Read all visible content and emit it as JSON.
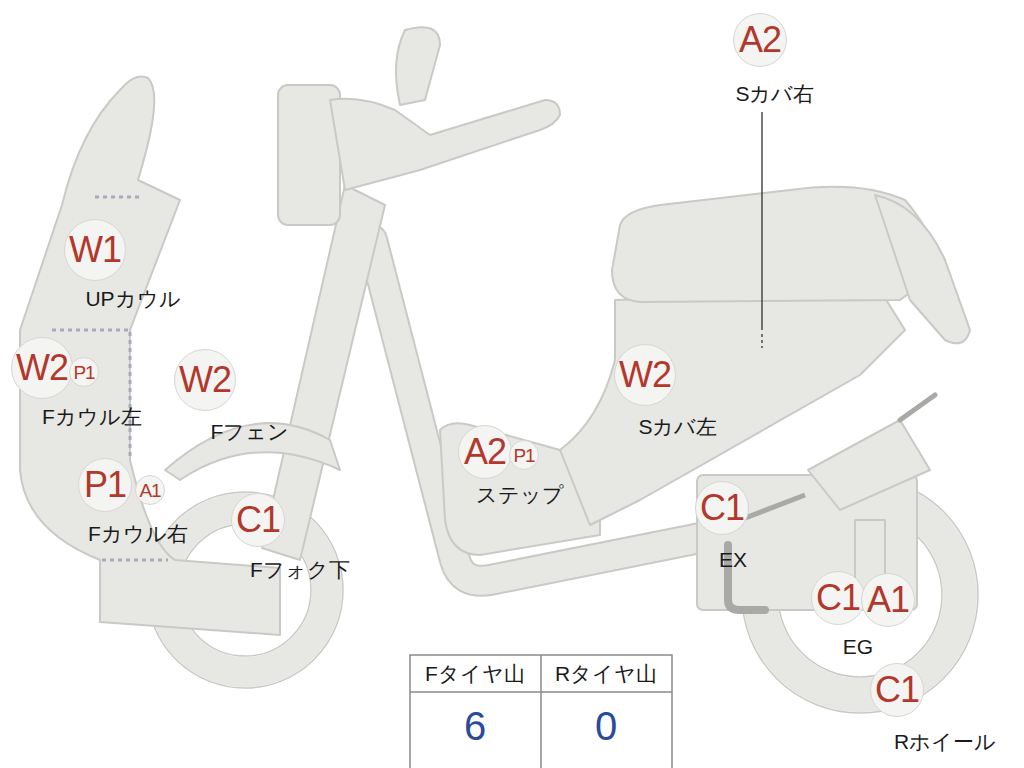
{
  "diagram": {
    "nodes": [
      {
        "text": [
          "A2"
        ]
      },
      {
        "text": [
          "W1"
        ]
      },
      {
        "text": [
          "W2"
        ]
      },
      {
        "text": [
          "P1"
        ]
      },
      {
        "text": [
          "W2"
        ]
      },
      {
        "text": [
          "W2"
        ]
      },
      {
        "text": [
          "A2"
        ]
      },
      {
        "text": [
          "P1"
        ]
      },
      {
        "text": [
          "P1"
        ]
      },
      {
        "text": [
          "A1"
        ]
      },
      {
        "text": [
          "C1"
        ]
      },
      {
        "text": [
          "C1"
        ]
      },
      {
        "text": [
          "C1"
        ]
      },
      {
        "text": [
          "A1"
        ]
      },
      {
        "text": [
          "C1"
        ]
      }
    ],
    "labels": [
      "UPカウル",
      "Fカウル左",
      "Fカウル右",
      "Fフェン",
      "Fフォク下",
      "ステップ",
      "Sカバ右",
      "Sカバ左",
      "EX",
      "EG",
      "Rホイール",
      "Fタイヤ山",
      "Rタイヤ山",
      "6",
      "0"
    ]
  }
}
